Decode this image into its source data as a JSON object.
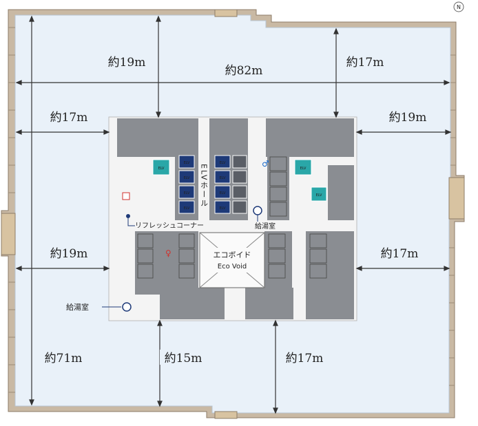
{
  "north_label": "N",
  "dimensions": {
    "top_left": "約19m",
    "top_center": "約82m",
    "top_right": "約17m",
    "mid_left": "約17m",
    "mid_right": "約19m",
    "lower_left": "約19m",
    "lower_right": "約17m",
    "bottom_left": "約71m",
    "bottom_center": "約15m",
    "bottom_right": "約17m"
  },
  "labels": {
    "elv_hall": "ELVホール",
    "refresh_corner": "リフレッシュコーナー",
    "kettle_room_right": "給湯室",
    "kettle_room_left": "給湯室",
    "eco_void_jp": "エコボイド",
    "eco_void_en": "Eco Void",
    "elv": "ELV"
  },
  "colors": {
    "office": "#e9f1f9",
    "core": "#8a8d92",
    "corridor": "#f4f4f4",
    "wall": "#c9b9a4",
    "elv_blue": "#1e3a78",
    "elv_teal": "#2aa7a8"
  }
}
